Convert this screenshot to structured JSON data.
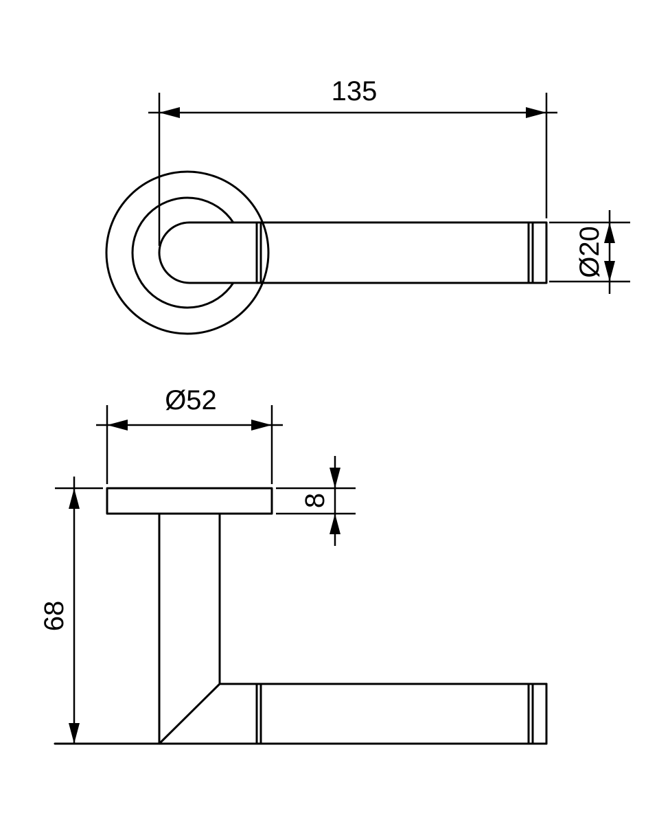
{
  "dimensions": {
    "length": "135",
    "bar_diameter": "Ø20",
    "rose_diameter": "Ø52",
    "rose_thickness": "8",
    "projection": "68"
  }
}
